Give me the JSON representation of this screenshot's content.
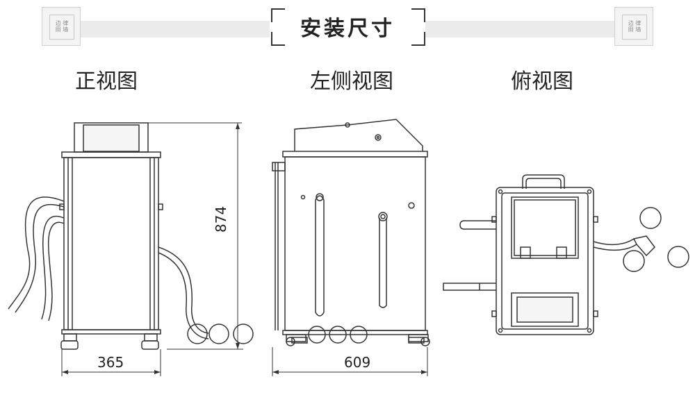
{
  "header": {
    "title": "安装尺寸",
    "corner_left": "边律\n田墙",
    "corner_right": "边律\n田墙"
  },
  "views": {
    "front": "正视图",
    "left_side": "左侧视图",
    "top": "俯视图"
  },
  "dimensions": {
    "height": "874",
    "front_width": "365",
    "side_width": "609"
  }
}
